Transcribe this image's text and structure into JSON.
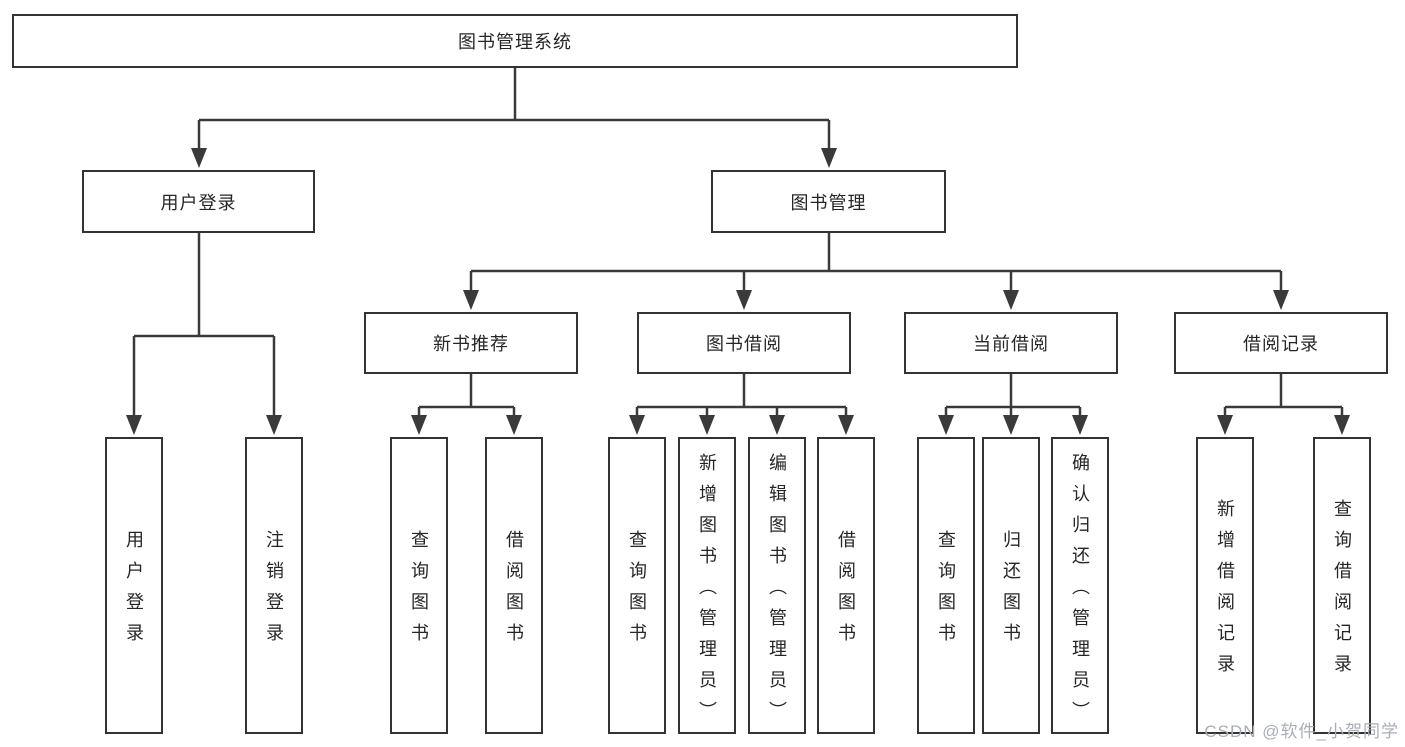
{
  "tree": {
    "root": {
      "label": "图书管理系统"
    },
    "branches": [
      {
        "label": "用户登录",
        "children": [
          {
            "label": "用户登录"
          },
          {
            "label": "注销登录"
          }
        ]
      },
      {
        "label": "图书管理",
        "children": [
          {
            "label": "新书推荐",
            "children": [
              {
                "label": "查询图书"
              },
              {
                "label": "借阅图书"
              }
            ]
          },
          {
            "label": "图书借阅",
            "children": [
              {
                "label": "查询图书"
              },
              {
                "label": "新增图书（管理员）"
              },
              {
                "label": "编辑图书（管理员）"
              },
              {
                "label": "借阅图书"
              }
            ]
          },
          {
            "label": "当前借阅",
            "children": [
              {
                "label": "查询图书"
              },
              {
                "label": "归还图书"
              },
              {
                "label": "确认归还（管理员）"
              }
            ]
          },
          {
            "label": "借阅记录",
            "children": [
              {
                "label": "新增借阅记录"
              },
              {
                "label": "查询借阅记录"
              }
            ]
          }
        ]
      }
    ]
  },
  "watermark": {
    "label": "CSDN @软件_小贺同学"
  },
  "colors": {
    "line": "#3a3a3a",
    "border": "#333333",
    "text": "#262626",
    "watermark": "#a9adb5",
    "background": "#ffffff"
  }
}
